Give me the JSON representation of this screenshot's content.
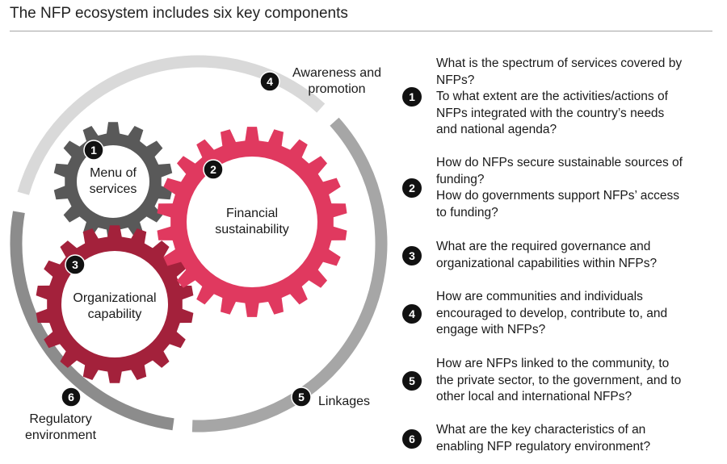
{
  "title": "The NFP ecosystem includes six key components",
  "colors": {
    "ring_light": "#d9d9d9",
    "ring_mid": "#a6a6a6",
    "ring_dark": "#8c8c8c",
    "gear_services": "#595959",
    "gear_financial": "#e0395f",
    "gear_organizational": "#a3213b",
    "badge": "#111111"
  },
  "components": [
    {
      "number": "1",
      "label_lines": [
        "Menu of",
        "services"
      ],
      "icon": "gear-icon"
    },
    {
      "number": "2",
      "label_lines": [
        "Financial",
        "sustainability"
      ],
      "icon": "gear-icon"
    },
    {
      "number": "3",
      "label_lines": [
        "Organizational",
        "capability"
      ],
      "icon": "gear-icon"
    },
    {
      "number": "4",
      "label_lines": [
        "Awareness and",
        "promotion"
      ],
      "icon": "ring-arc"
    },
    {
      "number": "5",
      "label_lines": [
        "Linkages"
      ],
      "icon": "ring-arc"
    },
    {
      "number": "6",
      "label_lines": [
        "Regulatory",
        "environment"
      ],
      "icon": "ring-arc"
    }
  ],
  "questions": [
    {
      "number": "1",
      "lines": [
        "What is the spectrum of services covered by",
        "NFPs?",
        "To what extent are the activities/actions of",
        "NFPs integrated with the country’s needs",
        "and national agenda?"
      ]
    },
    {
      "number": "2",
      "lines": [
        "How do NFPs secure sustainable sources of",
        "funding?",
        "How do governments support NFPs’ access",
        "to funding?"
      ]
    },
    {
      "number": "3",
      "lines": [
        "What are the required governance and",
        "organizational capabilities within NFPs?"
      ]
    },
    {
      "number": "4",
      "lines": [
        "How are communities and individuals",
        "encouraged to develop, contribute to, and",
        "engage with NFPs?"
      ]
    },
    {
      "number": "5",
      "lines": [
        "How are NFPs linked to the community, to",
        "the private sector, to the government, and to",
        "other local and international NFPs?"
      ]
    },
    {
      "number": "6",
      "lines": [
        "What are the key characteristics of an",
        "enabling NFP regulatory environment?"
      ]
    }
  ]
}
